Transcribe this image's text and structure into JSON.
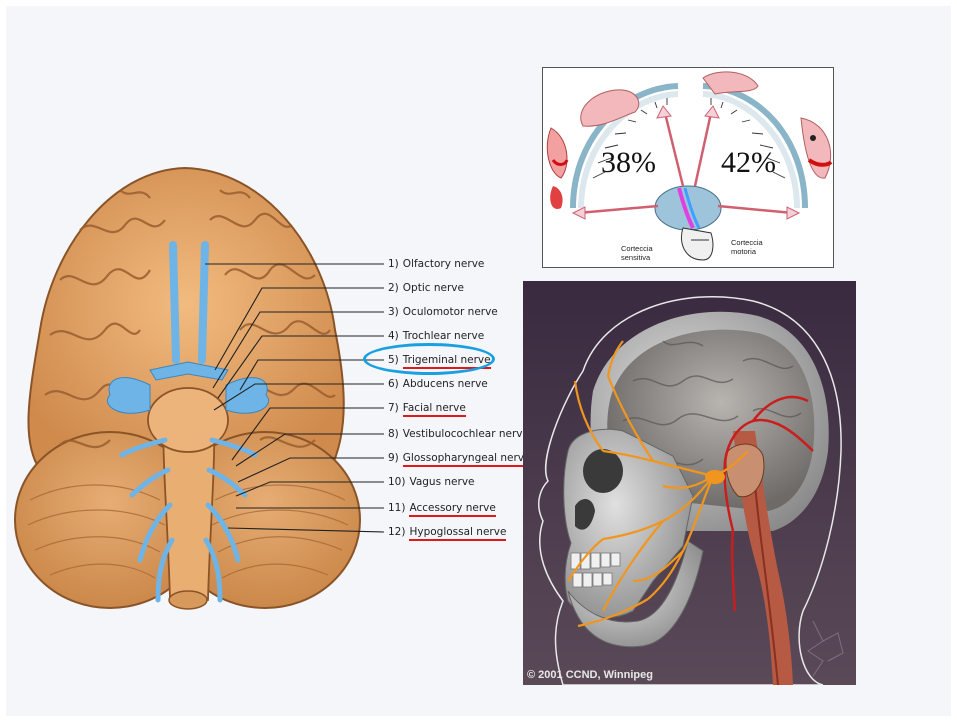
{
  "brain": {
    "nerves": [
      {
        "num": "1)",
        "name": "Olfactory nerve",
        "underline": false
      },
      {
        "num": "2)",
        "name": "Optic nerve",
        "underline": false
      },
      {
        "num": "3)",
        "name": "Oculomotor nerve",
        "underline": false
      },
      {
        "num": "4)",
        "name": "Trochlear nerve",
        "underline": false
      },
      {
        "num": "5)",
        "name": "Trigeminal nerve",
        "underline": true
      },
      {
        "num": "6)",
        "name": "Abducens nerve",
        "underline": false
      },
      {
        "num": "7)",
        "name": "Facial nerve",
        "underline": true
      },
      {
        "num": "8)",
        "name": "Vestibulocochlear nerve",
        "underline": false
      },
      {
        "num": "9)",
        "name": "Glossopharyngeal nerve",
        "underline": true
      },
      {
        "num": "10)",
        "name": "Vagus nerve",
        "underline": false
      },
      {
        "num": "11)",
        "name": "Accessory nerve",
        "underline": true
      },
      {
        "num": "12)",
        "name": "Hypoglossal nerve",
        "underline": true
      }
    ],
    "colors": {
      "brain": "#e0a064",
      "nerve": "#6eb4e6",
      "underline": "#e01818",
      "highlight": "#1aa0e0"
    }
  },
  "cortex": {
    "sensory_pct": "38%",
    "motor_pct": "42%",
    "sensory_caption": "Corteccia\nsensitiva",
    "motor_caption": "Corteccia\nmotoria"
  },
  "head": {
    "credit": "© 2001 CCND, Winnipeg",
    "colors": {
      "nerve": "#f0961e",
      "artery": "#c81e1e",
      "bone": "#c8c8c8"
    }
  }
}
